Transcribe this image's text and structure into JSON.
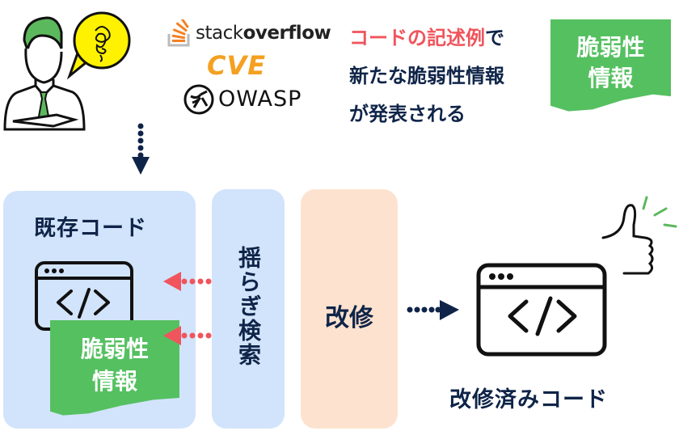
{
  "sources": {
    "logos": [
      "stackoverflow",
      "CVE",
      "OWASP"
    ],
    "stackoverflow": {
      "part1": "stack",
      "part2": "overflow"
    },
    "cve": "CVE",
    "owasp": "OWASP"
  },
  "announcement": {
    "highlight": "コードの記述例",
    "line1_rest": "で",
    "line2": "新たな脆弱性情報",
    "line3": "が発表される"
  },
  "vuln_flag_top": {
    "line1": "脆弱性",
    "line2": "情報"
  },
  "existing_code": {
    "title": "既存コード",
    "flag": {
      "line1": "脆弱性",
      "line2": "情報"
    }
  },
  "fuzzy_search": {
    "label": "揺らぎ検索"
  },
  "repair": {
    "label": "改修"
  },
  "repaired_code": {
    "label": "改修済みコード"
  },
  "colors": {
    "navy": "#0f2448",
    "red": "#f0545c",
    "green": "#55c060",
    "panel_blue": "#d2e4fb",
    "panel_peach": "#fde3cf",
    "yellow": "#fff200",
    "orange": "#f48024"
  }
}
